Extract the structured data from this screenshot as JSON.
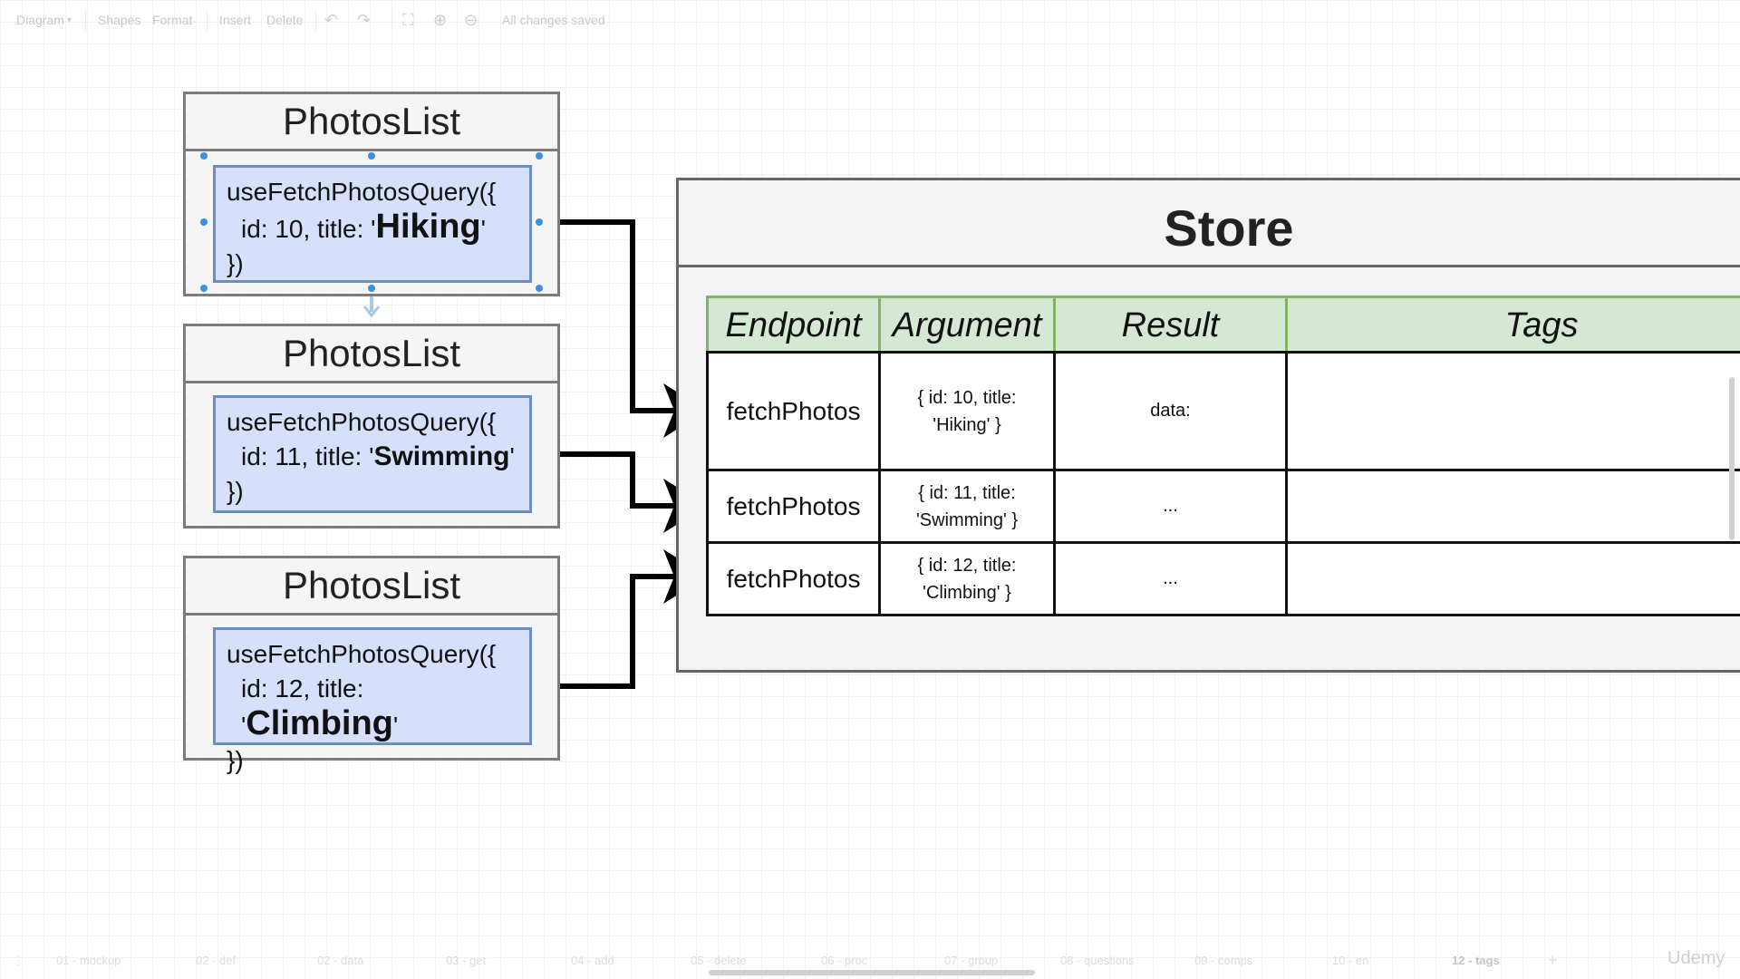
{
  "toolbar": {
    "diagram": "Diagram",
    "shapes": "Shapes",
    "format": "Format",
    "insert": "Insert",
    "delete": "Delete",
    "status": "All changes saved"
  },
  "photos_lists": [
    {
      "title": "PhotosList",
      "call": "useFetchPhotosQuery({",
      "id_part": "id: 10, title: '",
      "name": "Hiking",
      "close_quote": "'",
      "closing": "})"
    },
    {
      "title": "PhotosList",
      "call": "useFetchPhotosQuery({",
      "id_part": "id: 11, title: '",
      "name": "Swimming",
      "close_quote": "'",
      "closing": "})"
    },
    {
      "title": "PhotosList",
      "call": "useFetchPhotosQuery({",
      "id_part": "id: 12, title: '",
      "name": "Climbing",
      "close_quote": "'",
      "closing": "})"
    }
  ],
  "store": {
    "title": "Store",
    "headers": [
      "Endpoint",
      "Argument",
      "Result",
      "Tags"
    ],
    "rows": [
      {
        "endpoint": "fetchPhotos",
        "arg_line1": "{ id: 10, title:",
        "arg_line2": "'Hiking' }",
        "result": "data:",
        "tags": ""
      },
      {
        "endpoint": "fetchPhotos",
        "arg_line1": "{ id: 11, title:",
        "arg_line2": "'Swimming' }",
        "result": "...",
        "tags": ""
      },
      {
        "endpoint": "fetchPhotos",
        "arg_line1": "{ id: 12, title:",
        "arg_line2": "'Climbing' }",
        "result": "...",
        "tags": ""
      }
    ]
  },
  "page_tabs": [
    "01 - mockup",
    "02 - def",
    "02 - data",
    "03 - get",
    "04 - add",
    "05 - delete",
    "06 - proc",
    "07 - group",
    "08 - questions",
    "09 - comps",
    "10 - en",
    "12 - tags"
  ],
  "brand": "Udemy",
  "colors": {
    "query_fill": "#d6e0fa",
    "query_border": "#6c8ebf",
    "header_fill": "#d5e8d4",
    "header_border": "#82b366",
    "selection": "#3d8fe0"
  }
}
